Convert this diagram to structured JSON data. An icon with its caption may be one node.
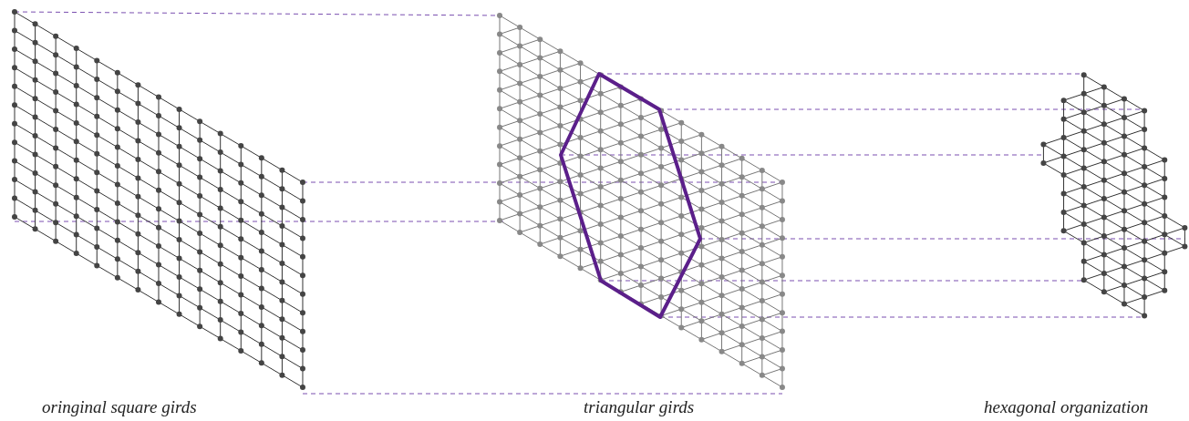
{
  "diagram": {
    "labels": [
      "oringinal square girds",
      "triangular girds",
      "hexagonal organization"
    ]
  }
}
